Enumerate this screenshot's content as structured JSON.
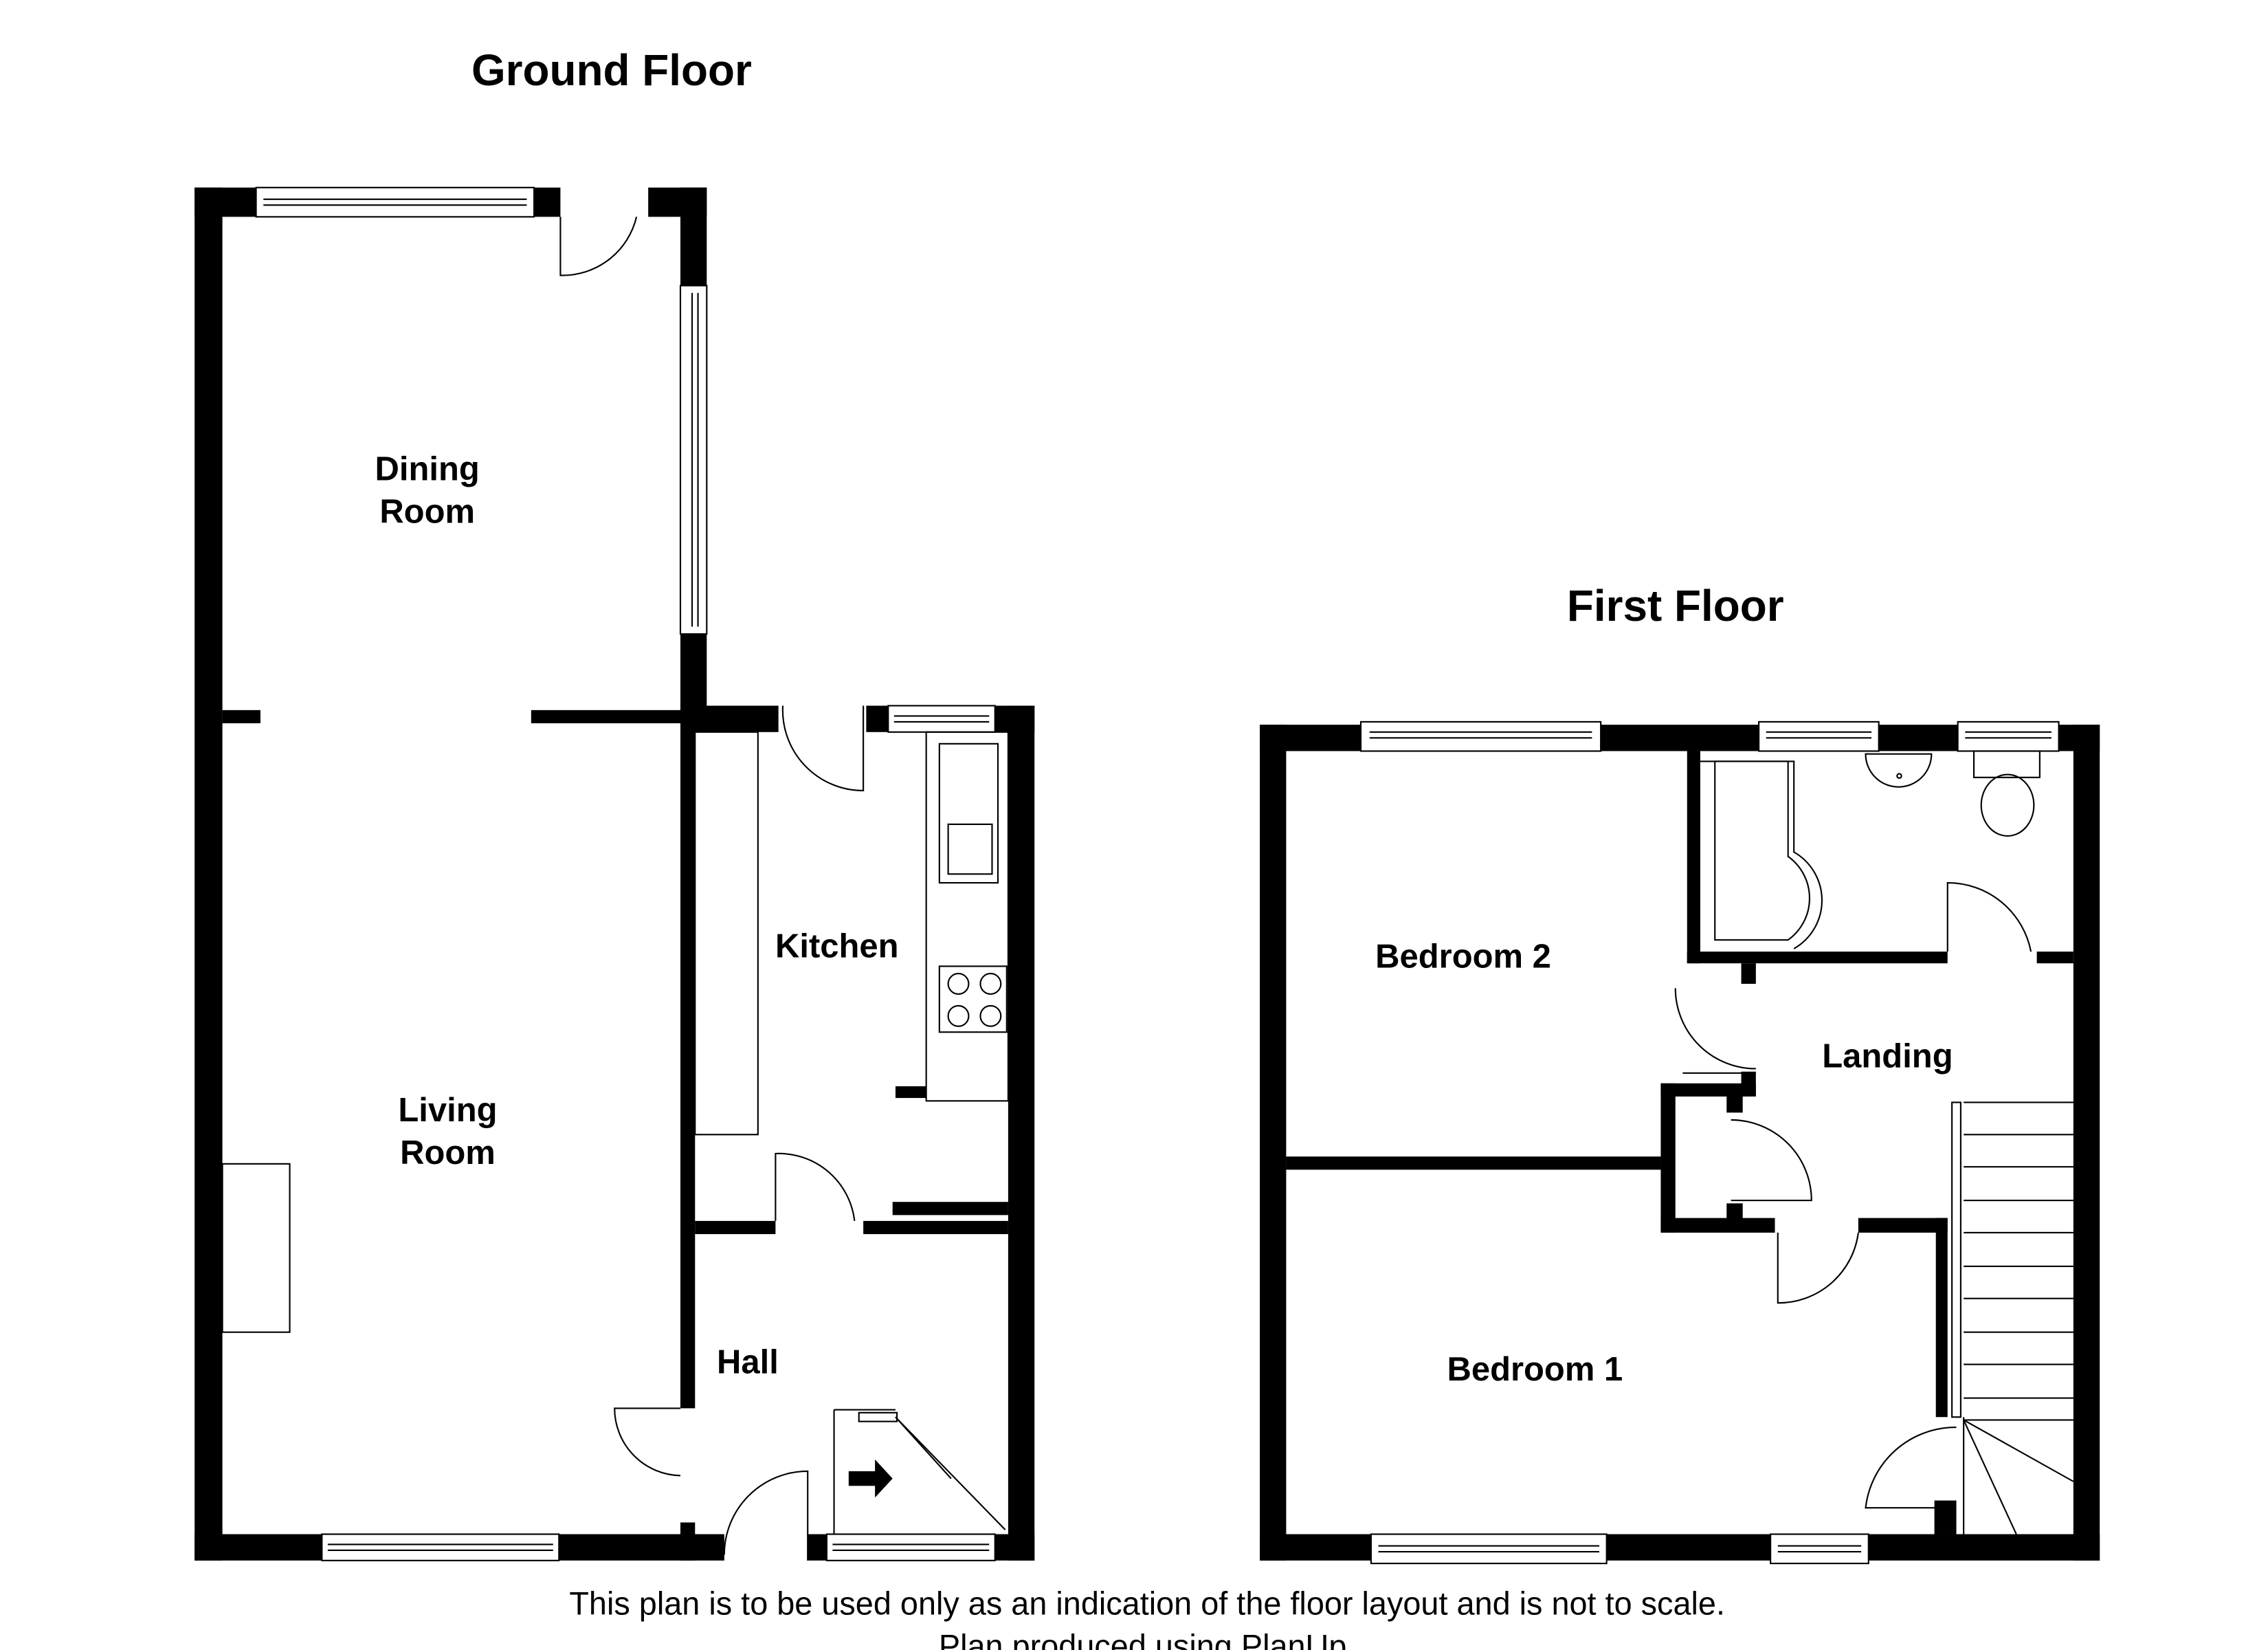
{
  "ground_floor": {
    "title": "Ground Floor",
    "rooms": {
      "dining_line1": "Dining",
      "dining_line2": "Room",
      "living_line1": "Living",
      "living_line2": "Room",
      "kitchen": "Kitchen",
      "hall": "Hall"
    }
  },
  "first_floor": {
    "title": "First Floor",
    "rooms": {
      "bedroom2": "Bedroom 2",
      "landing": "Landing",
      "bedroom1": "Bedroom 1"
    }
  },
  "footer": {
    "line1": "This plan is to be used only as an indication of the floor layout and is not to scale.",
    "line2": "Plan produced using PlanUp."
  }
}
